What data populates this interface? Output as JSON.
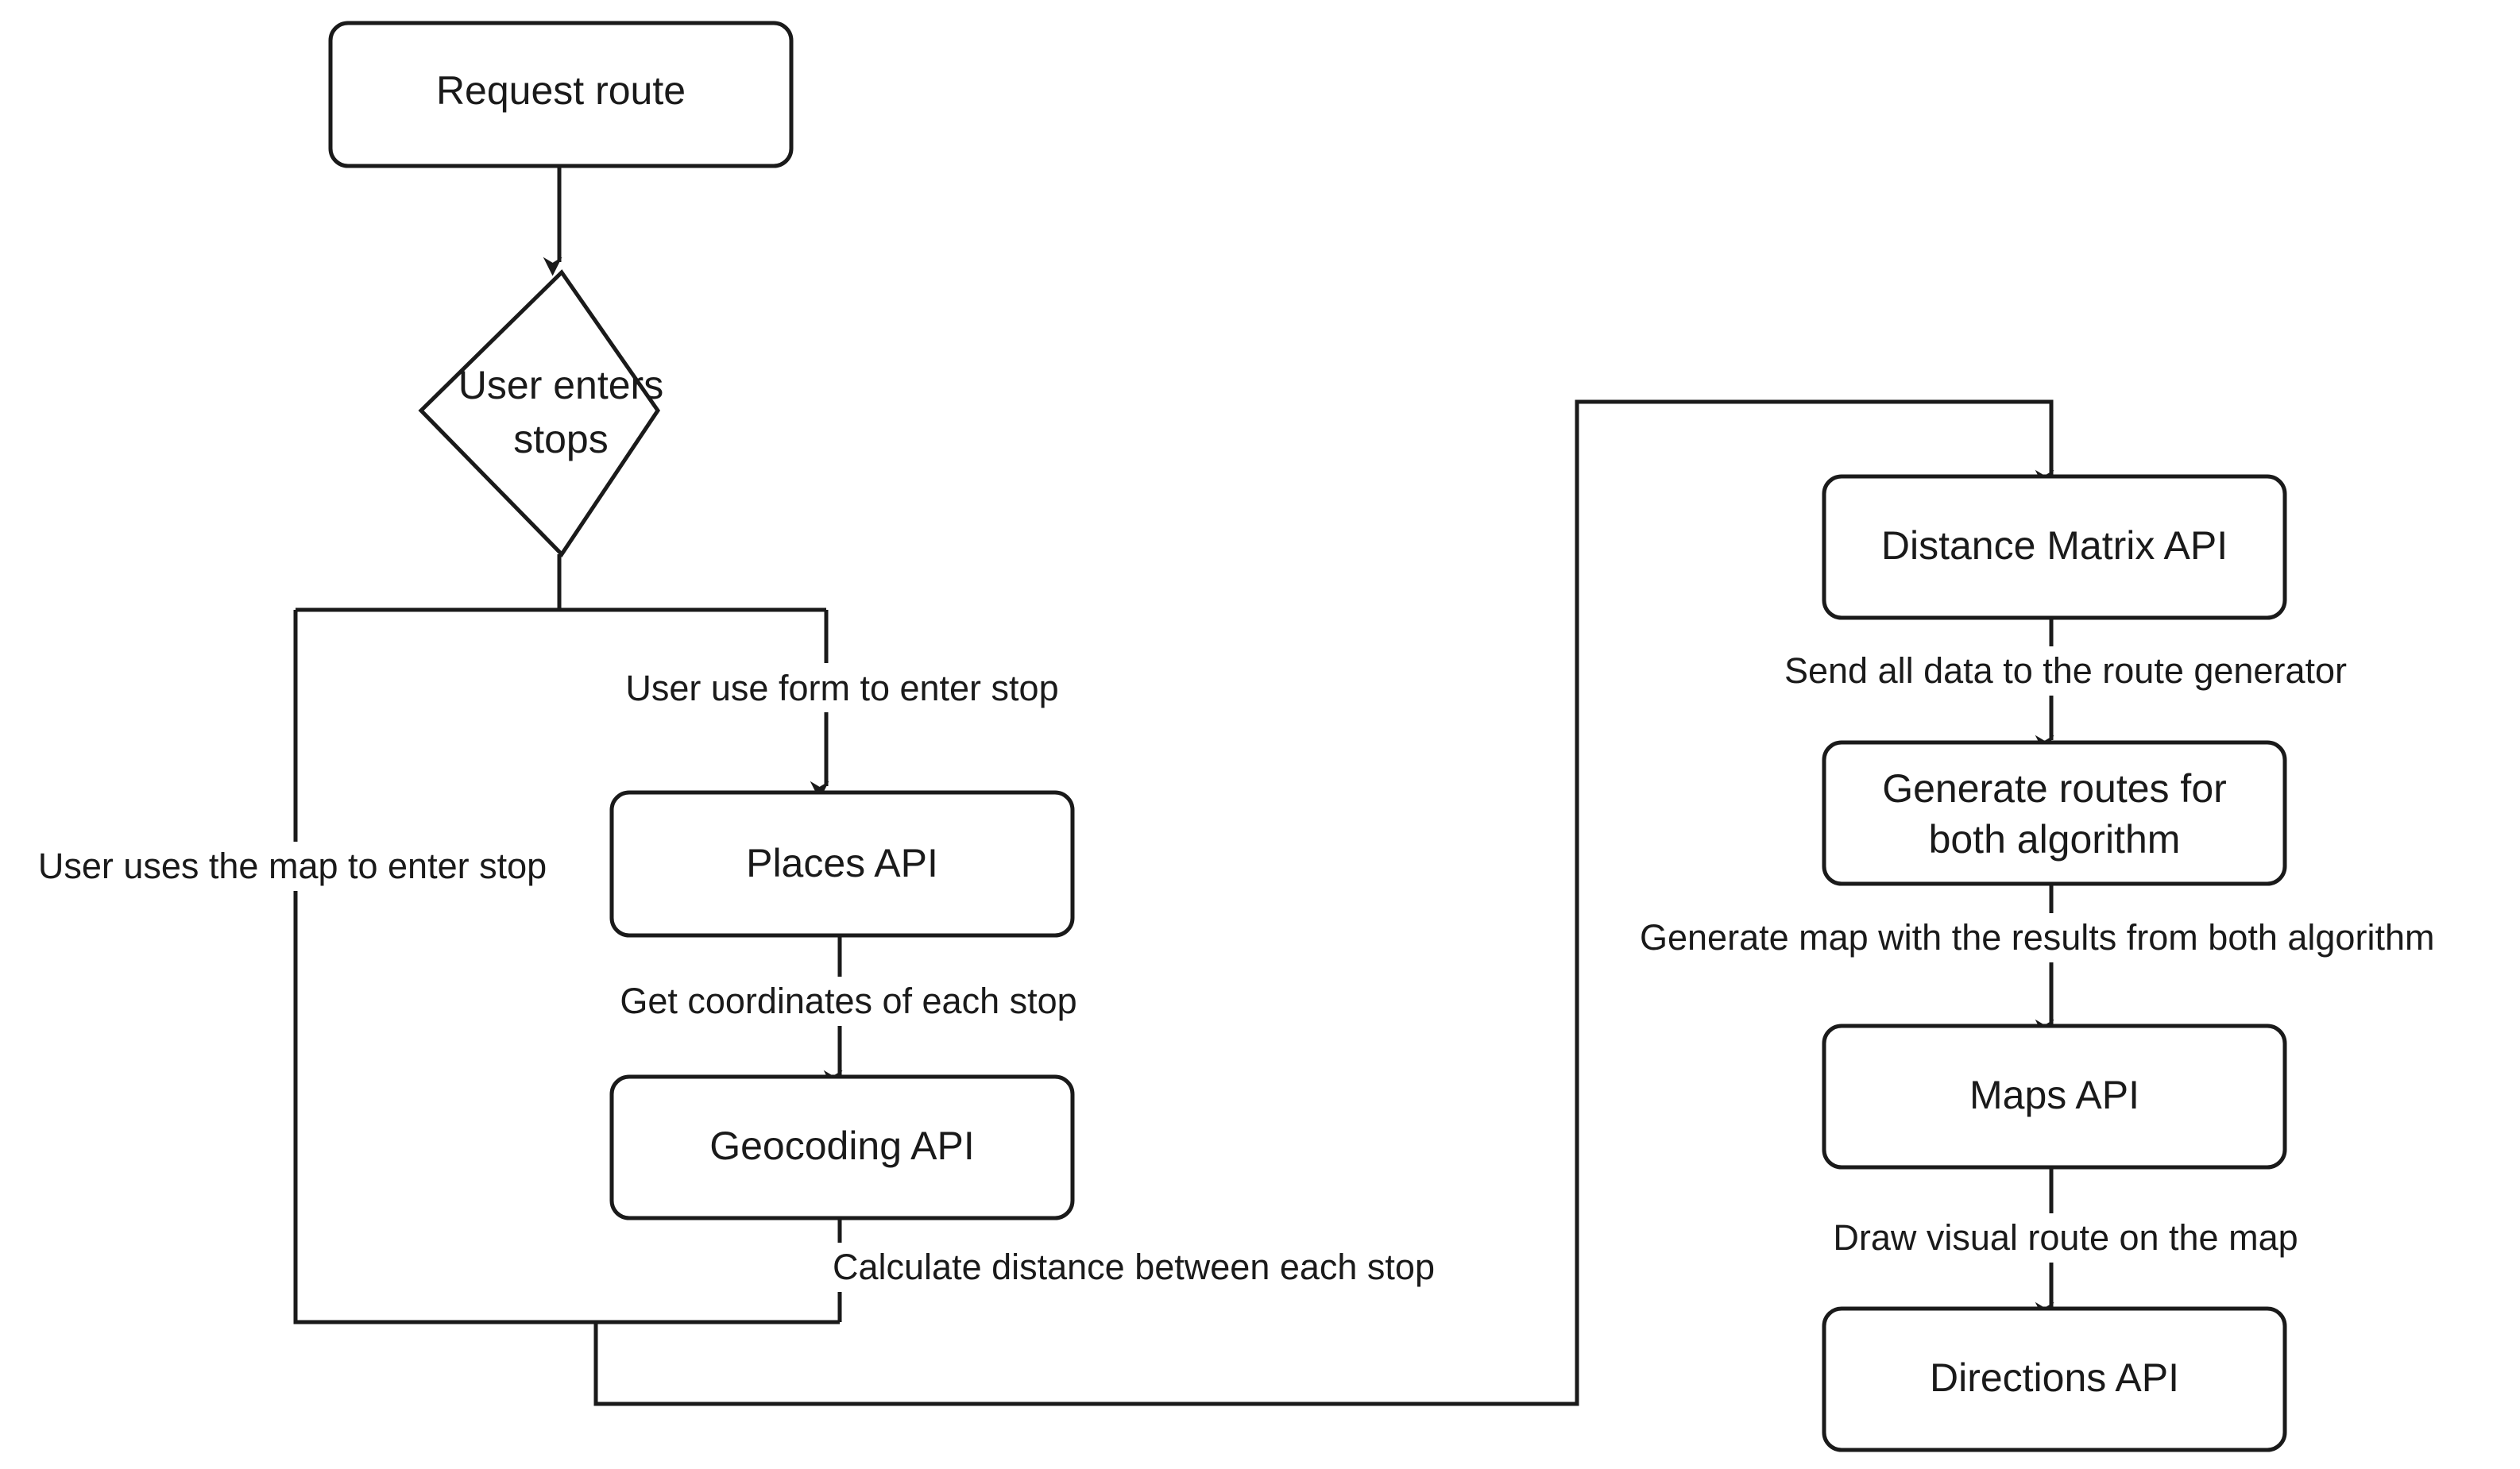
{
  "nodes": {
    "request_route": "Request route",
    "user_enters_stops": [
      "User enters",
      "stops"
    ],
    "places_api": "Places API",
    "geocoding_api": "Geocoding API",
    "distance_matrix_api": "Distance Matrix API",
    "generate_routes": [
      "Generate routes for",
      "both algorithm"
    ],
    "maps_api": "Maps API",
    "directions_api": "Directions API"
  },
  "edges": {
    "form_entry": "User use form to enter stop",
    "map_entry": "User uses the map to enter stop",
    "get_coordinates": "Get coordinates of each stop",
    "calculate_distance": "Calculate distance between each stop",
    "send_data": "Send all data to the route generator",
    "generate_map": "Generate map with the results from both algorithm",
    "draw_route": "Draw visual route on the map"
  },
  "colors": {
    "stroke": "#1a1a1a",
    "background": "#ffffff"
  }
}
